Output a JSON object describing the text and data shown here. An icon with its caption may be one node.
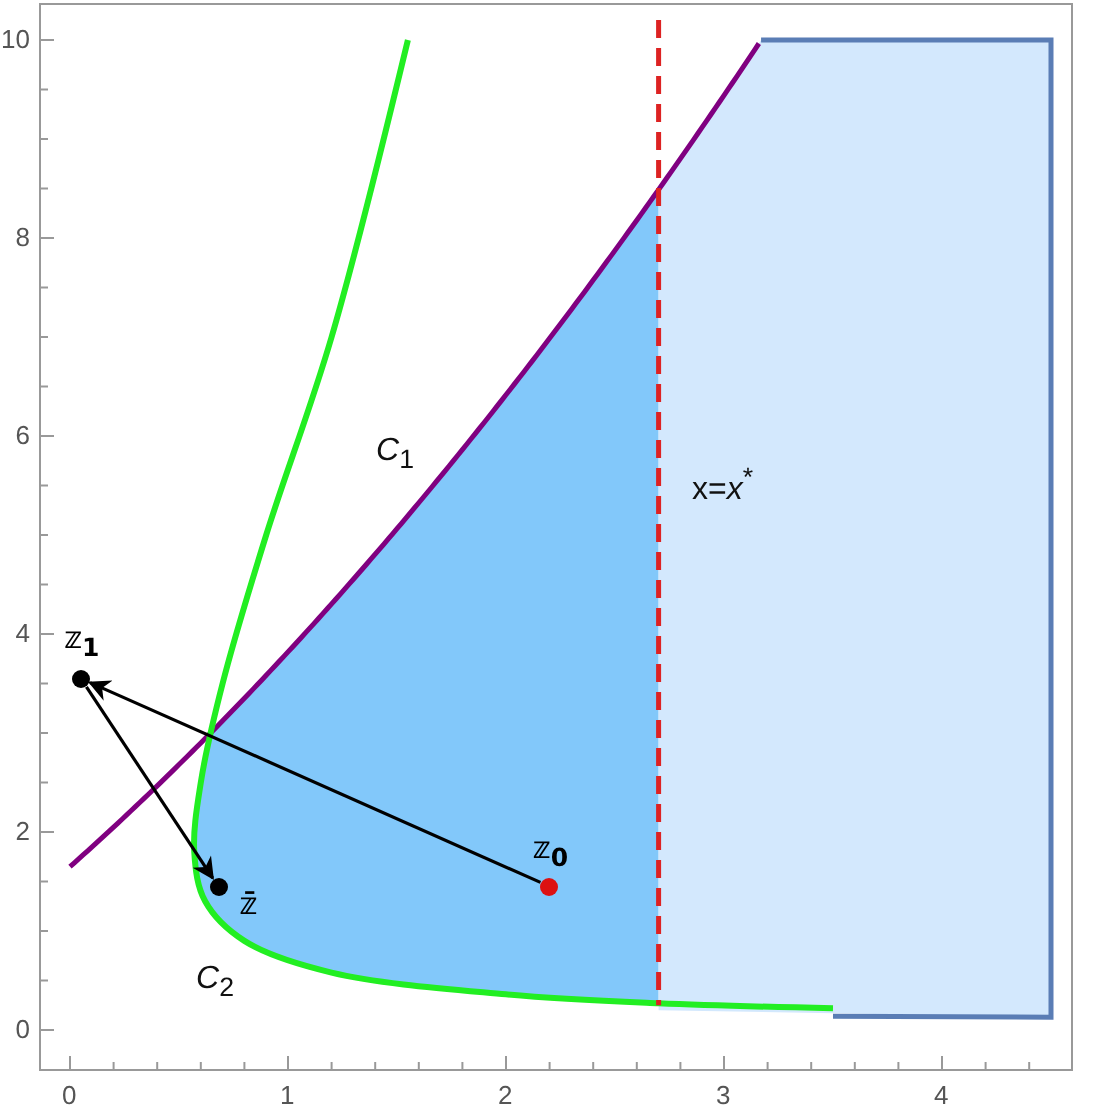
{
  "diagram": {
    "nodes": [
      {
        "text": [
          "𝕫$_{0}$"
        ]
      },
      {
        "text": [
          "𝕫$_{1}$"
        ]
      },
      {
        "text": [
          "𝕫̄"
        ]
      }
    ],
    "edges": [
      {
        "from": 0,
        "to": 1,
        "arrow": "to"
      },
      {
        "from": 1,
        "to": 2,
        "arrow": "to"
      }
    ],
    "labels": [
      "*C*$_{1}$",
      "x=*x*$^{*}$",
      "*C*$_{2}$",
      "0",
      "2",
      "4",
      "6",
      "8",
      "10",
      "0",
      "1",
      "2",
      "3",
      "4"
    ]
  }
}
